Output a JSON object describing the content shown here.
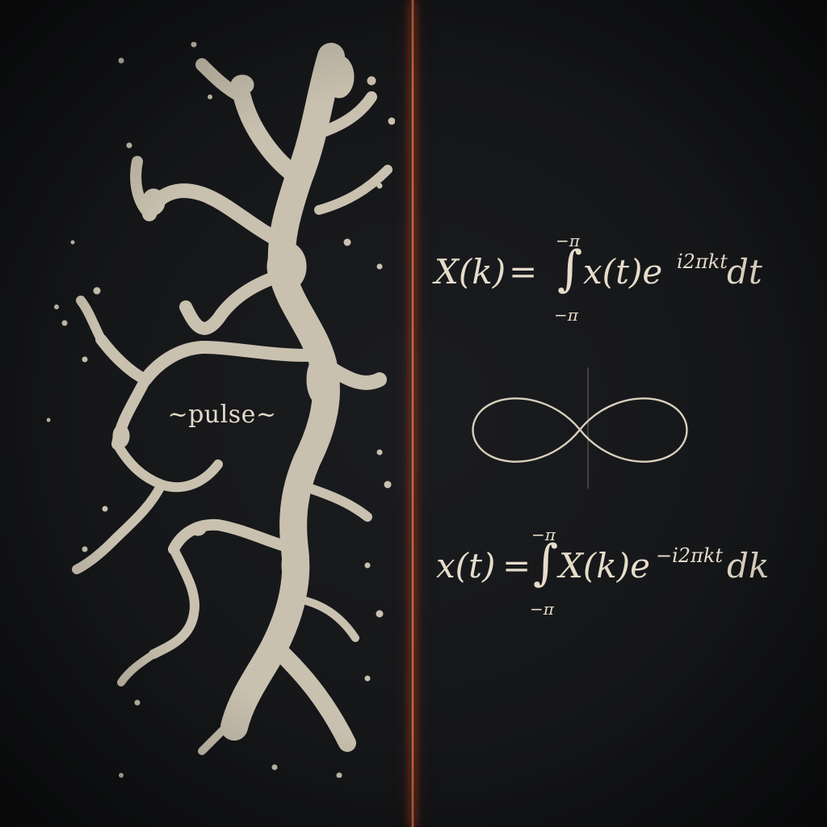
{
  "label": {
    "pulse": "~pulse~"
  },
  "equations": {
    "forward": {
      "lhs": "X(k)",
      "equals": "=",
      "integral": "∫",
      "upper_limit": "−π",
      "lower_limit": "−π",
      "integrand": "x(t)e",
      "exponent": "i2πkt",
      "differential": "dt"
    },
    "inverse": {
      "lhs": "x(t)",
      "equals": "=",
      "integral": "∫",
      "upper_limit": "−π",
      "lower_limit": "−π",
      "integrand": "X(k)e",
      "exponent": "−i2πkt",
      "differential": "dk"
    }
  },
  "colors": {
    "background": "#151618",
    "splatter": "#cfc6b4",
    "text": "#e6dccb",
    "divider": "#ff7a45"
  },
  "icons": {
    "infinity": "infinity-symbol"
  }
}
